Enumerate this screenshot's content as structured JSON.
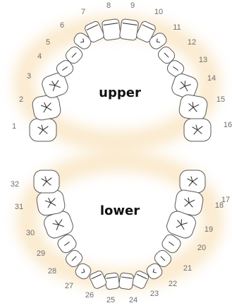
{
  "labels": {
    "upper": "upper",
    "lower": "lower"
  },
  "colors": {
    "glow": "#f7d9a6",
    "outline": "#5a5a5a",
    "number": "#6e6e6e",
    "text": "#111111"
  },
  "upper_teeth": [
    "1",
    "2",
    "3",
    "4",
    "5",
    "6",
    "7",
    "8",
    "9",
    "10",
    "11",
    "12",
    "13",
    "14",
    "15",
    "16"
  ],
  "lower_teeth": [
    "17",
    "18",
    "19",
    "20",
    "21",
    "22",
    "23",
    "24",
    "25",
    "26",
    "27",
    "28",
    "29",
    "30",
    "31",
    "32"
  ]
}
